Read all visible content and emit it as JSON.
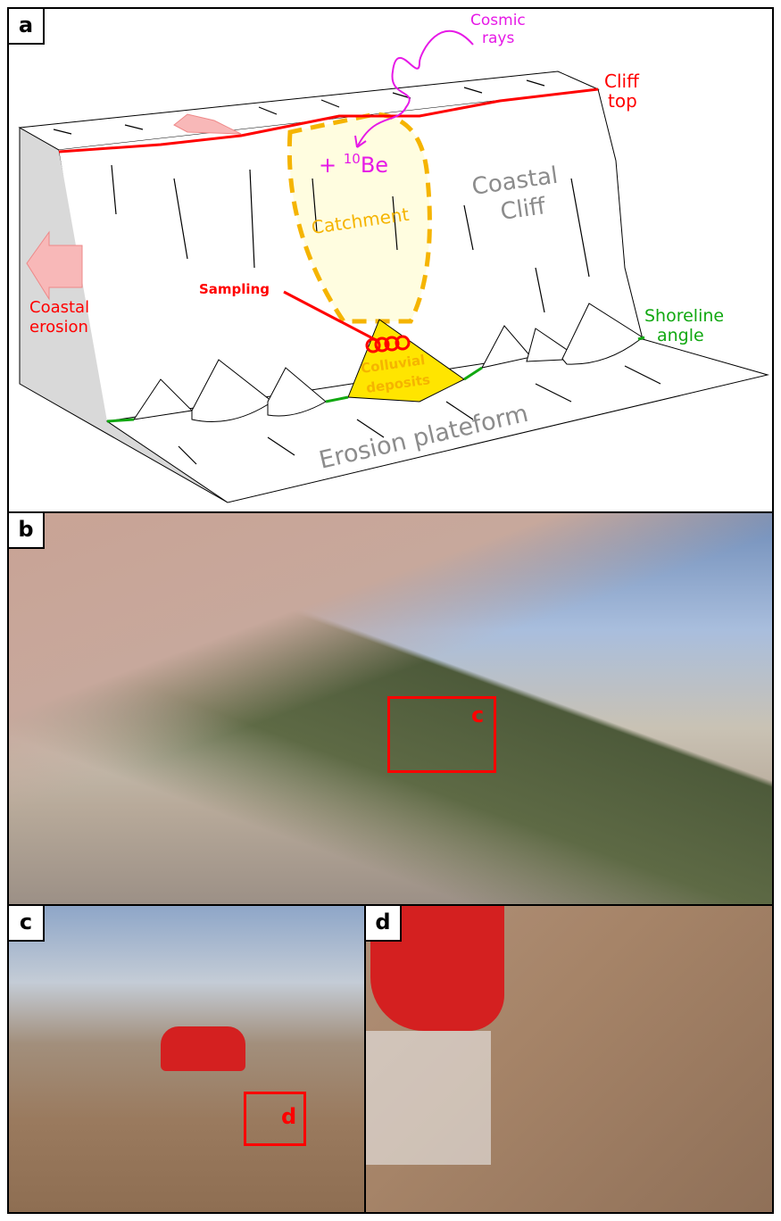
{
  "panels": {
    "a": "a",
    "b": "b",
    "c": "c",
    "d": "d"
  },
  "diagram": {
    "cosmic_rays": [
      "Cosmic",
      "rays"
    ],
    "cliff_top": [
      "Cliff",
      "top"
    ],
    "be_prefix": "+ ",
    "be_sup": "10",
    "be_suffix": "Be",
    "catchment": "Catchment",
    "coastal_cliff": [
      "Coastal",
      "Cliff"
    ],
    "coastal_erosion": [
      "Coastal",
      "erosion"
    ],
    "sampling": "Sampling",
    "colluvial": [
      "Colluvial",
      "deposits"
    ],
    "shoreline": [
      "Shoreline",
      "angle"
    ],
    "platform": "Erosion plateform"
  },
  "photos": {
    "b_box_label": "c",
    "c_box_label": "d"
  },
  "colors": {
    "red": "#ff0000",
    "magenta": "#e619e6",
    "green": "#11a811",
    "yellow": "#ffe500",
    "orange": "#f5b400",
    "gray": "#8c8c8c"
  }
}
